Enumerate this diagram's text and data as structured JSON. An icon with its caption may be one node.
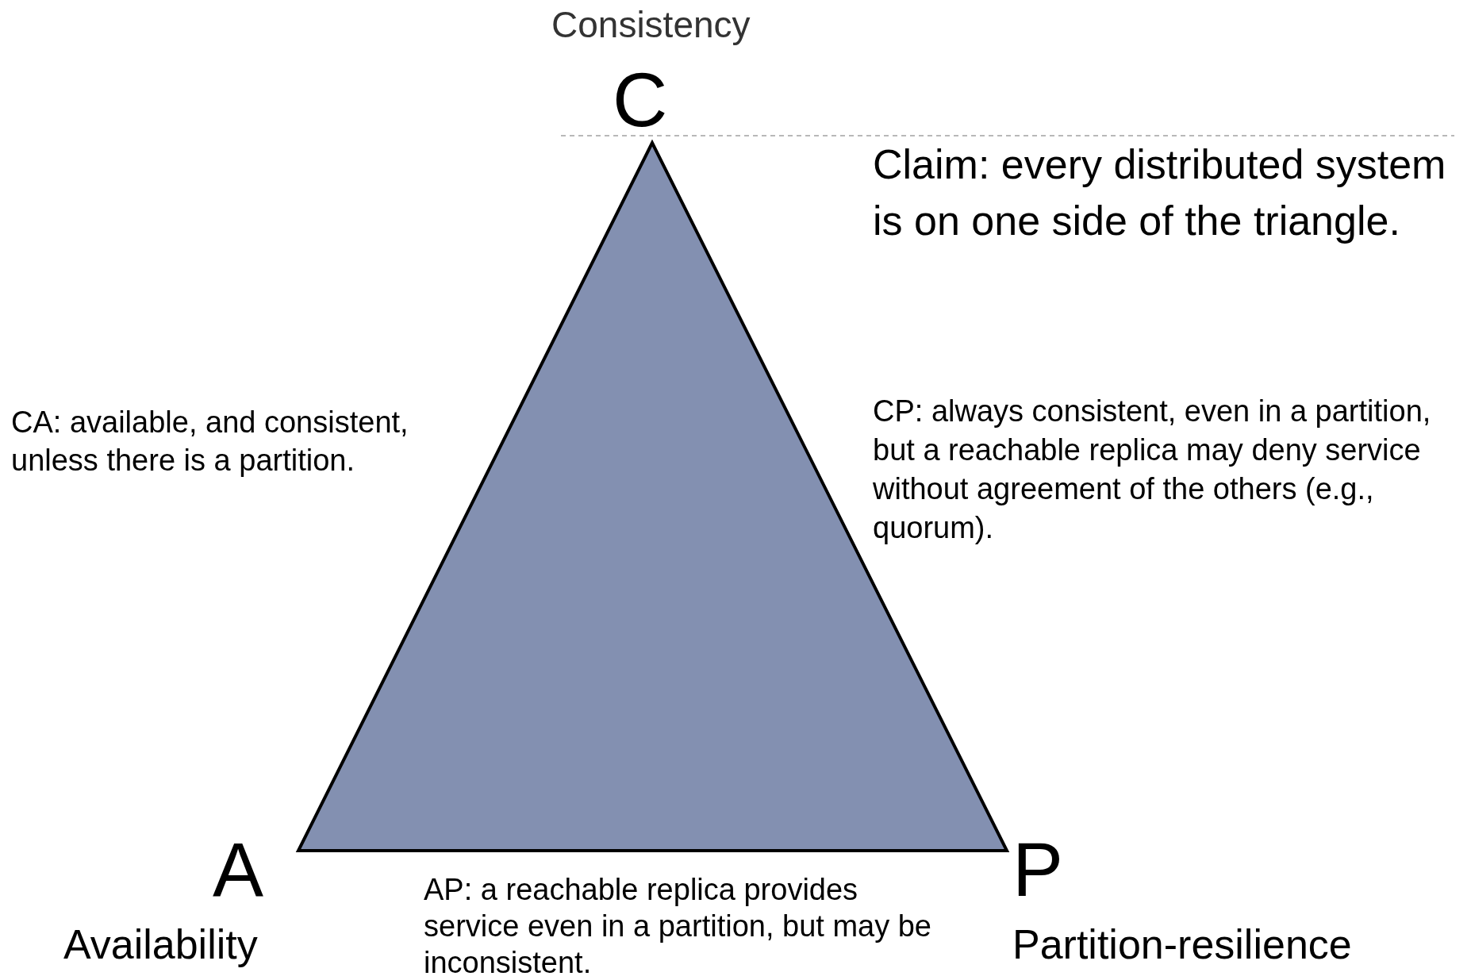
{
  "diagram": {
    "labels": [
      "Consistency",
      "C",
      "Claim: every distributed system is on one side of the triangle.",
      "CA: available, and consistent, unless there is a partition.",
      "CP: always consistent, even in a partition, but a reachable replica may deny service without agreement of the others (e.g., quorum).",
      "A",
      "P",
      "AP: a reachable replica provides service even in a partition, but may be inconsistent.",
      "Availability",
      "Partition-resilience"
    ]
  }
}
